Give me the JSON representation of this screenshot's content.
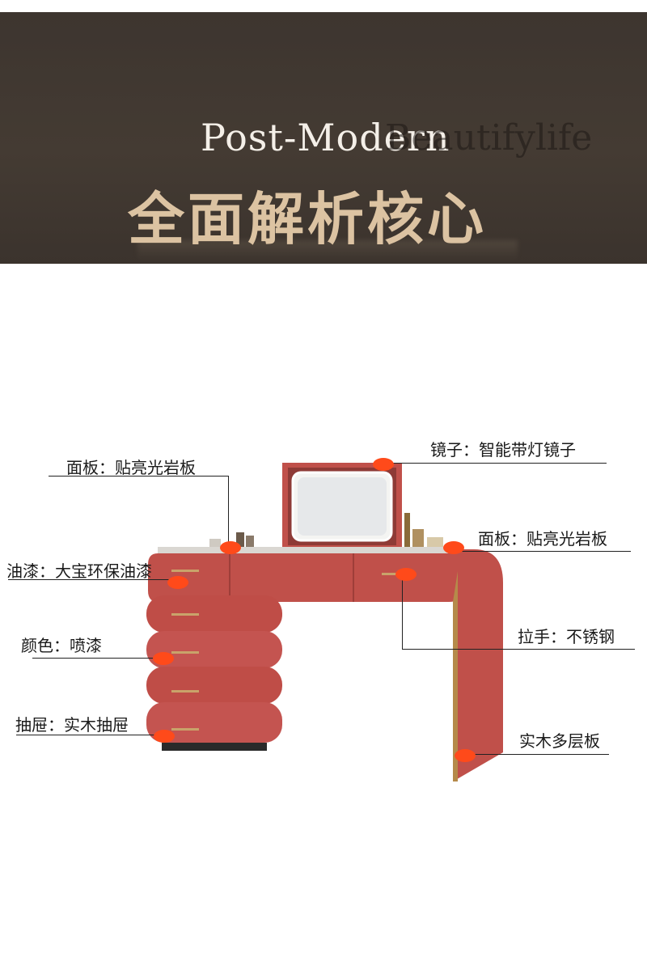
{
  "header": {
    "title_en": "Post-Modern",
    "watermark": "Beautifylife",
    "title_cn": "全面解析核心"
  },
  "callouts": {
    "mirror": "镜子：智能带灯镜子",
    "panel_left": "面板：贴亮光岩板",
    "panel_right": "面板：贴亮光岩板",
    "paint": "油漆：大宝环保油漆",
    "handle": "拉手：不锈钢",
    "color": "颜色：喷漆",
    "drawer": "抽屉：实木抽屉",
    "board": "实木多层板"
  },
  "colors": {
    "header_bg": "#3f3730",
    "title_cn": "#dcc3a2",
    "furniture": "#c0504a",
    "marker": "#ff4a1a"
  }
}
